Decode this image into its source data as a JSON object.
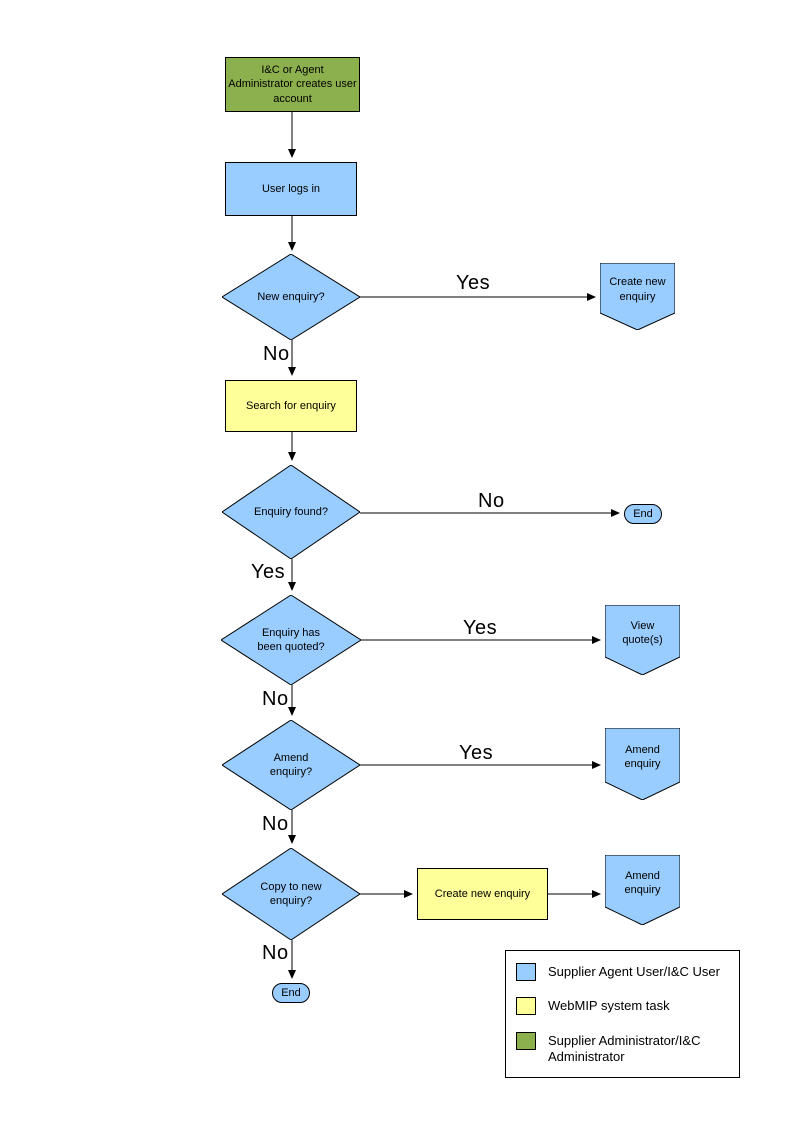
{
  "colors": {
    "user_task": "#99CCFF",
    "system_task": "#FFFF99",
    "admin_task": "#8DB04E",
    "outline": "#000000"
  },
  "nodes": {
    "create_account": "I&C or Agent Administrator creates user account",
    "user_logs_in": "User logs in",
    "new_enquiry": "New enquiry?",
    "create_new_enquiry_top": "Create new enquiry",
    "search_for_enquiry": "Search for enquiry",
    "enquiry_found": "Enquiry found?",
    "end_right": "End",
    "enquiry_quoted": "Enquiry has been quoted?",
    "view_quotes": "View quote(s)",
    "amend_enquiry_q": "Amend enquiry?",
    "amend_enquiry_ref1": "Amend enquiry",
    "copy_to_new_enquiry": "Copy to new enquiry?",
    "create_new_enquiry_mid": "Create new enquiry",
    "amend_enquiry_ref2": "Amend enquiry",
    "end_bottom": "End"
  },
  "branch_labels": {
    "new_enquiry_yes": "Yes",
    "new_enquiry_no": "No",
    "enquiry_found_no": "No",
    "enquiry_found_yes": "Yes",
    "enquiry_quoted_yes": "Yes",
    "enquiry_quoted_no": "No",
    "amend_yes": "Yes",
    "amend_no": "No",
    "copy_no": "No"
  },
  "legend": {
    "items": [
      {
        "label": "Supplier Agent User/I&C User",
        "color": "#99CCFF"
      },
      {
        "label": "WebMIP system task",
        "color": "#FFFF99"
      },
      {
        "label": "Supplier Administrator/I&C Administrator",
        "color": "#8DB04E"
      }
    ]
  }
}
